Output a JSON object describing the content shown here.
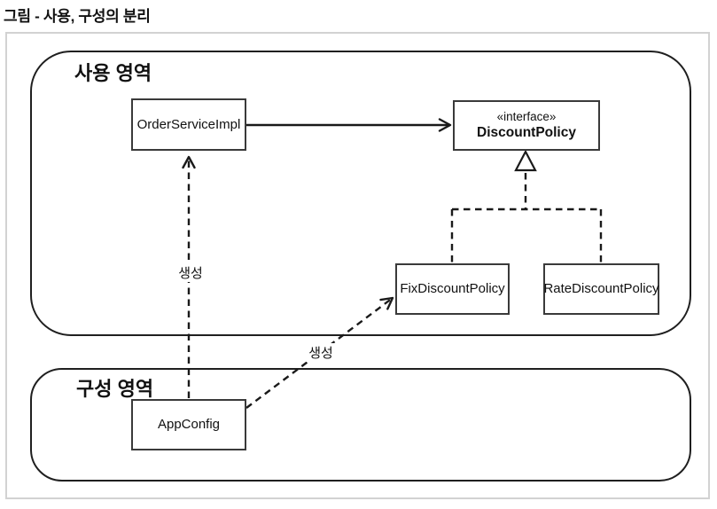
{
  "title": "그림 - 사용, 구성의 분리",
  "colors": {
    "line": "#1a1a1a",
    "frame_border": "#d2d2d2",
    "region_border": "#1f1f1f",
    "node_border": "#3a3a3a",
    "background": "#ffffff"
  },
  "regions": [
    {
      "id": "usage",
      "label": "사용 영역"
    },
    {
      "id": "config",
      "label": "구성 영역"
    }
  ],
  "nodes": [
    {
      "id": "order-service-impl",
      "label": "OrderServiceImpl"
    },
    {
      "id": "discount-policy",
      "stereotype": "«interface»",
      "label": "DiscountPolicy"
    },
    {
      "id": "fix-discount-policy",
      "label": "FixDiscountPolicy"
    },
    {
      "id": "rate-discount-policy",
      "label": "RateDiscountPolicy"
    },
    {
      "id": "app-config",
      "label": "AppConfig"
    }
  ],
  "edges": [
    {
      "from": "OrderServiceImpl",
      "to": "DiscountPolicy",
      "style": "solid",
      "type": "dependency",
      "label": ""
    },
    {
      "from": "FixDiscountPolicy",
      "to": "DiscountPolicy",
      "style": "dashed",
      "type": "realization",
      "label": ""
    },
    {
      "from": "RateDiscountPolicy",
      "to": "DiscountPolicy",
      "style": "dashed",
      "type": "realization",
      "label": ""
    },
    {
      "from": "AppConfig",
      "to": "OrderServiceImpl",
      "style": "dashed",
      "type": "create",
      "label": "생성"
    },
    {
      "from": "AppConfig",
      "to": "FixDiscountPolicy",
      "style": "dashed",
      "type": "create",
      "label": "생성"
    }
  ]
}
